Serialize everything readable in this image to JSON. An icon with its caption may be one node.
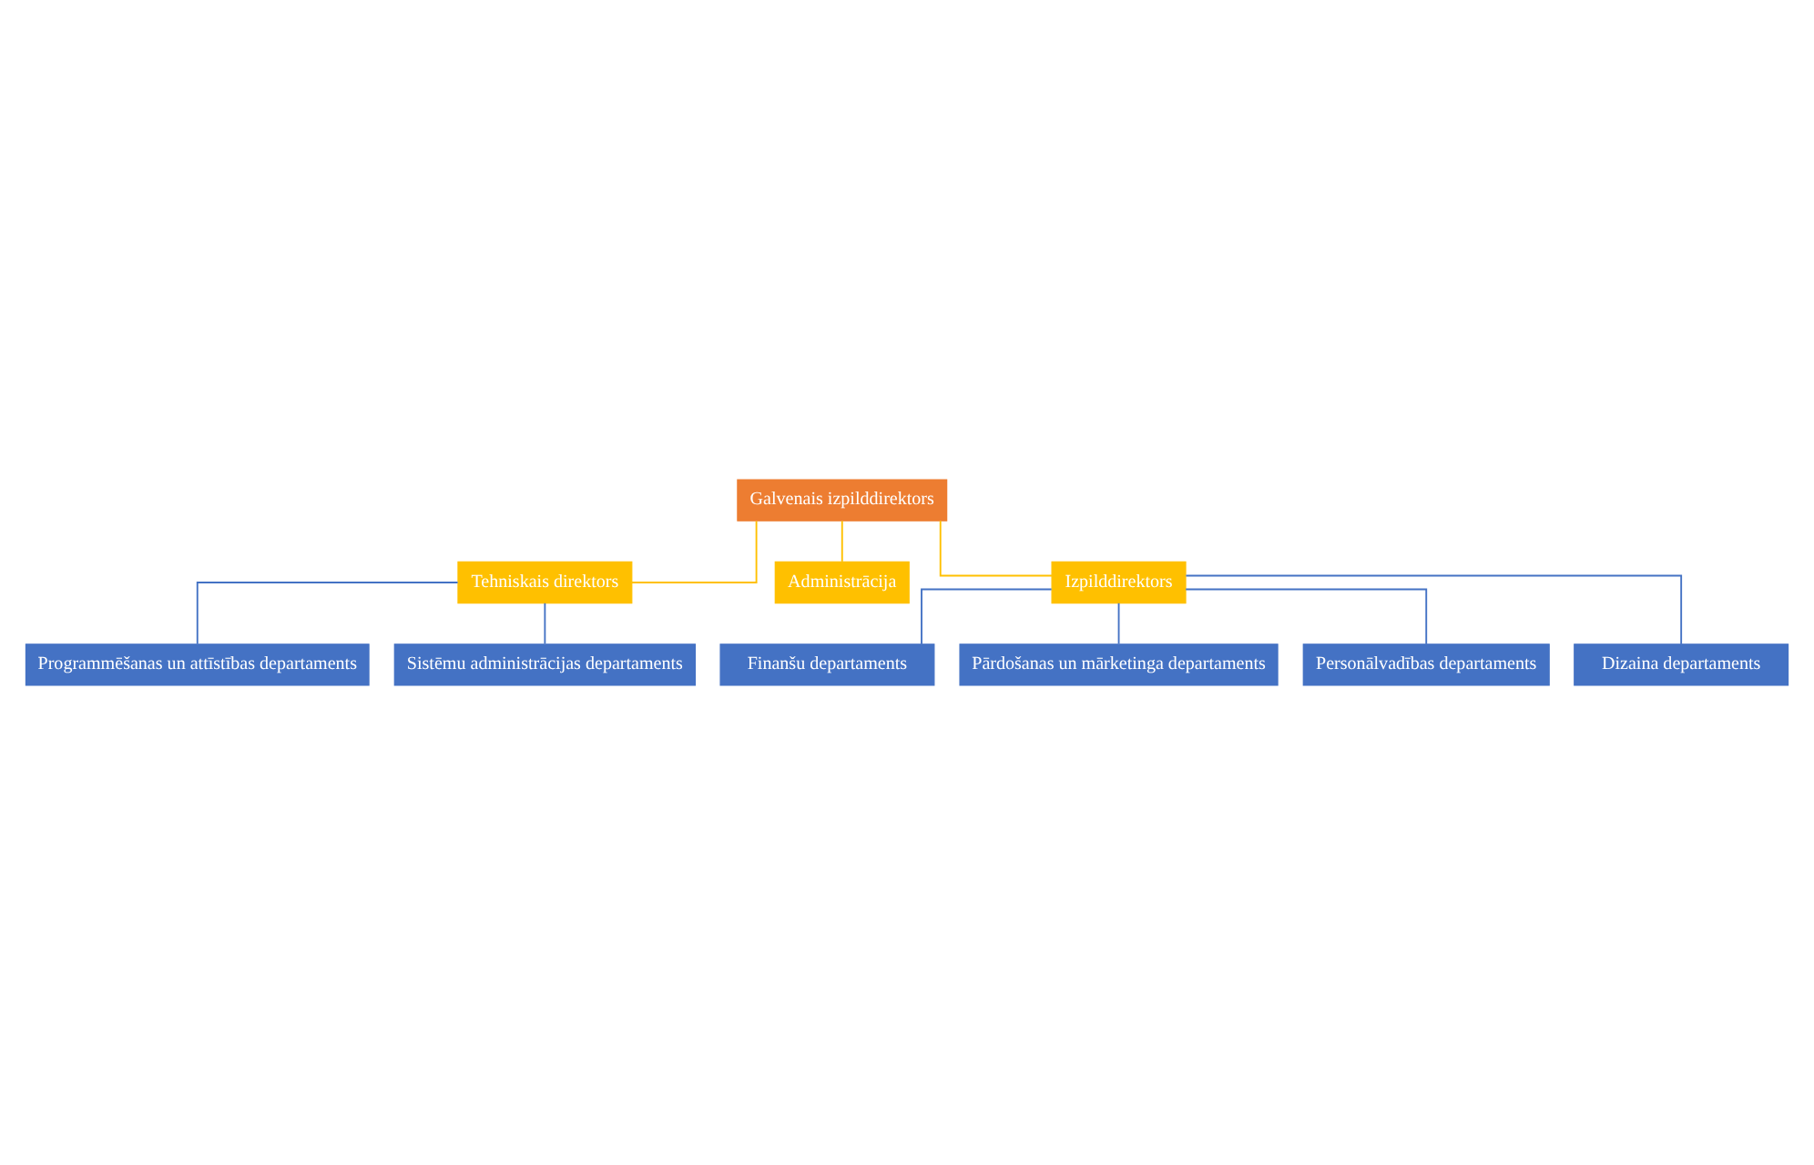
{
  "diagram": {
    "nodes": [
      {
        "text": [
          "Galvenais izpilddirektors"
        ]
      },
      {
        "text": [
          "Tehniskais direktors"
        ]
      },
      {
        "text": [
          "Administrācija"
        ]
      },
      {
        "text": [
          "Izpilddirektors"
        ]
      },
      {
        "text": [
          "Programmēšanas un attīstības departaments"
        ]
      },
      {
        "text": [
          "Sistēmu administrācijas departaments"
        ]
      },
      {
        "text": [
          "Finanšu departaments"
        ]
      },
      {
        "text": [
          "Pārdošanas un mārketinga departaments"
        ]
      },
      {
        "text": [
          "Personālvadības departaments"
        ]
      },
      {
        "text": [
          "Dizaina departaments"
        ]
      }
    ],
    "edges": [
      {
        "from": 0,
        "to": 1,
        "arrow": "none",
        "color": "#ffc000"
      },
      {
        "from": 0,
        "to": 2,
        "arrow": "none",
        "color": "#ffc000"
      },
      {
        "from": 0,
        "to": 3,
        "arrow": "none",
        "color": "#ffc000"
      },
      {
        "from": 1,
        "to": 4,
        "arrow": "none"
      },
      {
        "from": 1,
        "to": 5,
        "arrow": "none"
      },
      {
        "from": 3,
        "to": 6,
        "arrow": "none"
      },
      {
        "from": 3,
        "to": 7,
        "arrow": "none"
      },
      {
        "from": 3,
        "to": 8,
        "arrow": "none"
      },
      {
        "from": 3,
        "to": 9,
        "arrow": "none"
      }
    ]
  }
}
